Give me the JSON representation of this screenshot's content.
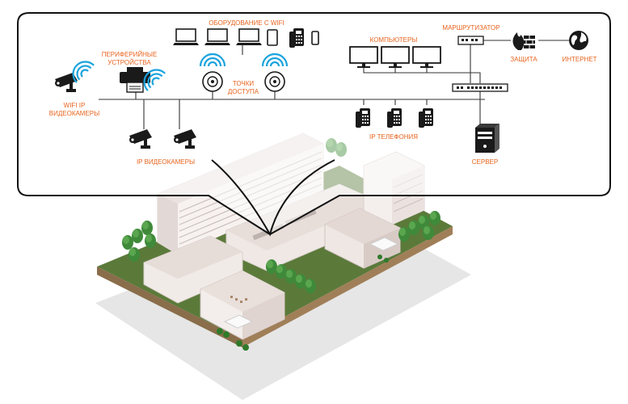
{
  "labels": {
    "wifi_equipment": "ОБОРУДОВАНИЕ С WIFI",
    "peripherals_line1": "ПЕРИФЕРИЙНЫЕ",
    "peripherals_line2": "УСТРОЙСТВА",
    "access_points_line1": "ТОЧКИ",
    "access_points_line2": "ДОСТУПА",
    "computers": "КОМПЬЮТЕРЫ",
    "router": "МАРШРУТИЗАТОР",
    "protection": "ЗАЩИТА",
    "internet": "ИНТЕРНЕТ",
    "wifi_cameras_line1": "WIFI IP",
    "wifi_cameras_line2": "ВИДЕОКАМЕРЫ",
    "ip_phones": "IP ТЕЛЕФОНИЯ",
    "ip_cameras": "IP ВИДЕОКАМЕРЫ",
    "server": "СЕРВЕР"
  },
  "colors": {
    "label": "#e8641e",
    "wifi": "#1aa3dd",
    "line": "#333333",
    "icon": "#1a1a1a",
    "frame": "#111111",
    "building": "#f2ecea",
    "grass": "#5b7a3a",
    "tree": "#3f8a3a"
  }
}
